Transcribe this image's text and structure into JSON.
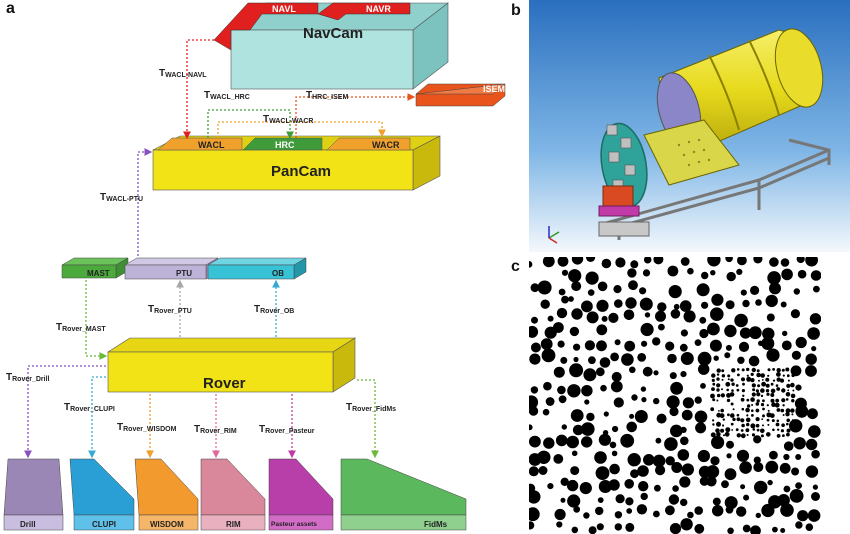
{
  "panels": {
    "a": "a",
    "b": "b",
    "c": "c"
  },
  "blocks": {
    "navcam": "NavCam",
    "navl": "NAVL",
    "navr": "NAVR",
    "isem": "ISEM",
    "pancam": "PanCam",
    "wacl": "WACL",
    "hrc": "HRC",
    "wacr": "WACR",
    "mast": "MAST",
    "ptu": "PTU",
    "ob": "OB",
    "rover": "Rover",
    "drill": "Drill",
    "clupi": "CLUPI",
    "wisdom": "WISDOM",
    "rim": "RIM",
    "pasteur": "Pasteur assets",
    "fidms": "FidMs"
  },
  "transforms": [
    {
      "id": "wacl-navl",
      "main": "T",
      "sub": "WACL-NAVL"
    },
    {
      "id": "wacl-hrc",
      "main": "T",
      "sub": "WACL_HRC"
    },
    {
      "id": "hrc-isem",
      "main": "T",
      "sub": "HRC_ISEM"
    },
    {
      "id": "wacl-wacr",
      "main": "T",
      "sub": "WACL-WACR"
    },
    {
      "id": "wacl-ptu",
      "main": "T",
      "sub": "WACL-PTU"
    },
    {
      "id": "rover-ptu",
      "main": "T",
      "sub": "Rover_PTU"
    },
    {
      "id": "rover-ob",
      "main": "T",
      "sub": "Rover_OB"
    },
    {
      "id": "rover-mast",
      "main": "T",
      "sub": "Rover_MAST"
    },
    {
      "id": "rover-drill",
      "main": "T",
      "sub": "Rover_Drill"
    },
    {
      "id": "rover-clupi",
      "main": "T",
      "sub": "Rover_CLUPI"
    },
    {
      "id": "rover-wisdom",
      "main": "T",
      "sub": "Rover_WISDOM"
    },
    {
      "id": "rover-rim",
      "main": "T",
      "sub": "Rover_RIM"
    },
    {
      "id": "rover-pasteur",
      "main": "T",
      "sub": "Rover_Pasteur"
    },
    {
      "id": "rover-fidms",
      "main": "T",
      "sub": "Rover_FidMs"
    }
  ],
  "colors": {
    "navcam": "#aee3e0",
    "red": "#e0201e",
    "isem": "#e8541c",
    "pancam": "#f2e316",
    "pancam_dark": "#c9b90c",
    "wacl": "#f0a12b",
    "hrc": "#3f9a3a",
    "mast": "#4caa3c",
    "ptu": "#bdb3d8",
    "ob": "#37c2d6",
    "rover": "#f2e316",
    "drill": "#9b87b5",
    "clupi": "#2a9fd6",
    "wisdom": "#f29a2e",
    "rim": "#d9879a",
    "pasteur": "#b83eaa",
    "fidms": "#5cb85c"
  }
}
